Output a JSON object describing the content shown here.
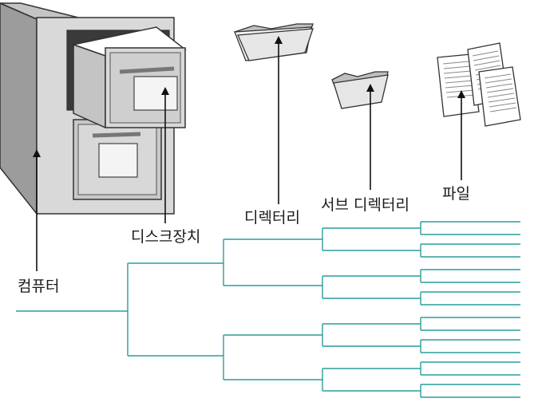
{
  "labels": {
    "computer": "컴퓨터",
    "disk": "디스크장치",
    "directory": "디렉터리",
    "subdirectory": "서브 디렉터리",
    "file": "파일"
  },
  "colors": {
    "tree_line": "#2a9d9b",
    "arrow": "#111111",
    "cabinet_front": "#d9d9d9",
    "cabinet_side": "#9c9c9c",
    "folder": "#e6e6e6"
  },
  "icons": [
    "file-cabinet-icon",
    "open-drawer-icon",
    "folder-icon",
    "document-icon"
  ]
}
